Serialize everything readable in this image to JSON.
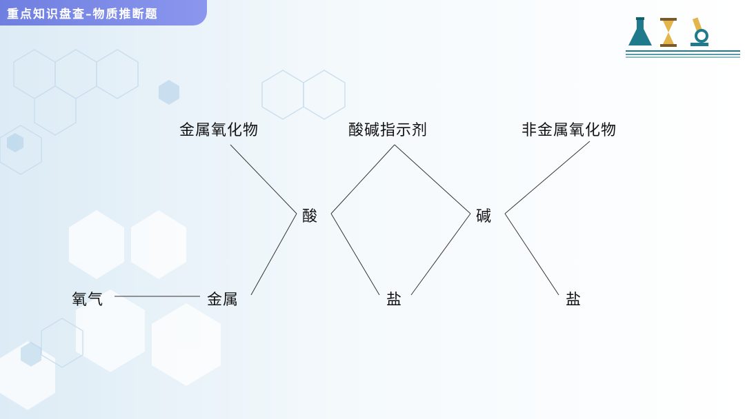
{
  "header": {
    "title": "重点知识盘查–物质推断题"
  },
  "diagram": {
    "nodes": {
      "metal_oxide": "金属氧化物",
      "indicator": "酸碱指示剂",
      "nonmetal_oxide": "非金属氧化物",
      "acid": "酸",
      "base": "碱",
      "oxygen": "氧气",
      "metal": "金属",
      "salt_middle": "盐",
      "salt_right": "盐"
    }
  },
  "colors": {
    "tab": "#7c89e8",
    "line": "#333333",
    "accent": "#1f7a8c"
  },
  "icons": [
    "flask-icon",
    "hourglass-icon",
    "microscope-icon"
  ]
}
